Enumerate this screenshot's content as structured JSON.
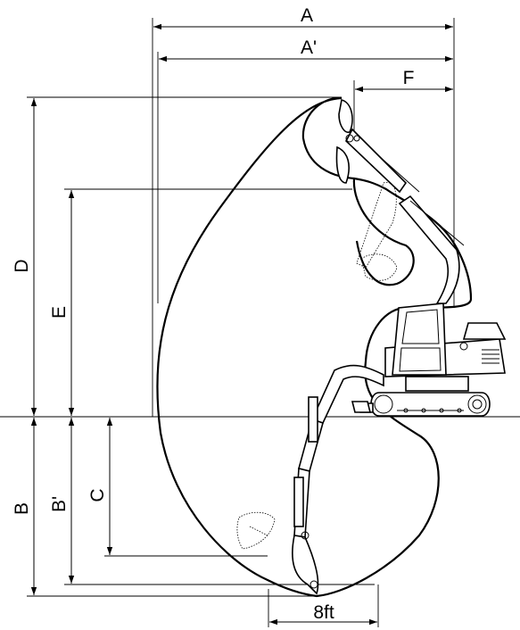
{
  "labels": {
    "A": "A",
    "A_prime": "A'",
    "F": "F",
    "D": "D",
    "E": "E",
    "B": "B",
    "B_prime": "B'",
    "C": "C",
    "width": "8ft"
  }
}
